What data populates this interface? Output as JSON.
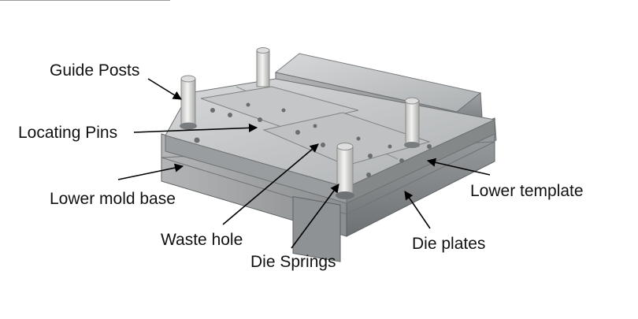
{
  "labels": {
    "guide_posts": "Guide Posts",
    "locating_pins": "Locating Pins",
    "lower_mold_base": "Lower mold base",
    "waste_hole": "Waste hole",
    "die_springs": "Die Springs",
    "lower_template": "Lower template",
    "die_plates": "Die plates"
  },
  "colors": {
    "text": "#111111",
    "arrow": "#000000",
    "steel_light": "#c9cbcc",
    "steel_mid": "#9ea1a3",
    "steel_dark": "#6f7274",
    "spring": "#e4e4e2"
  }
}
